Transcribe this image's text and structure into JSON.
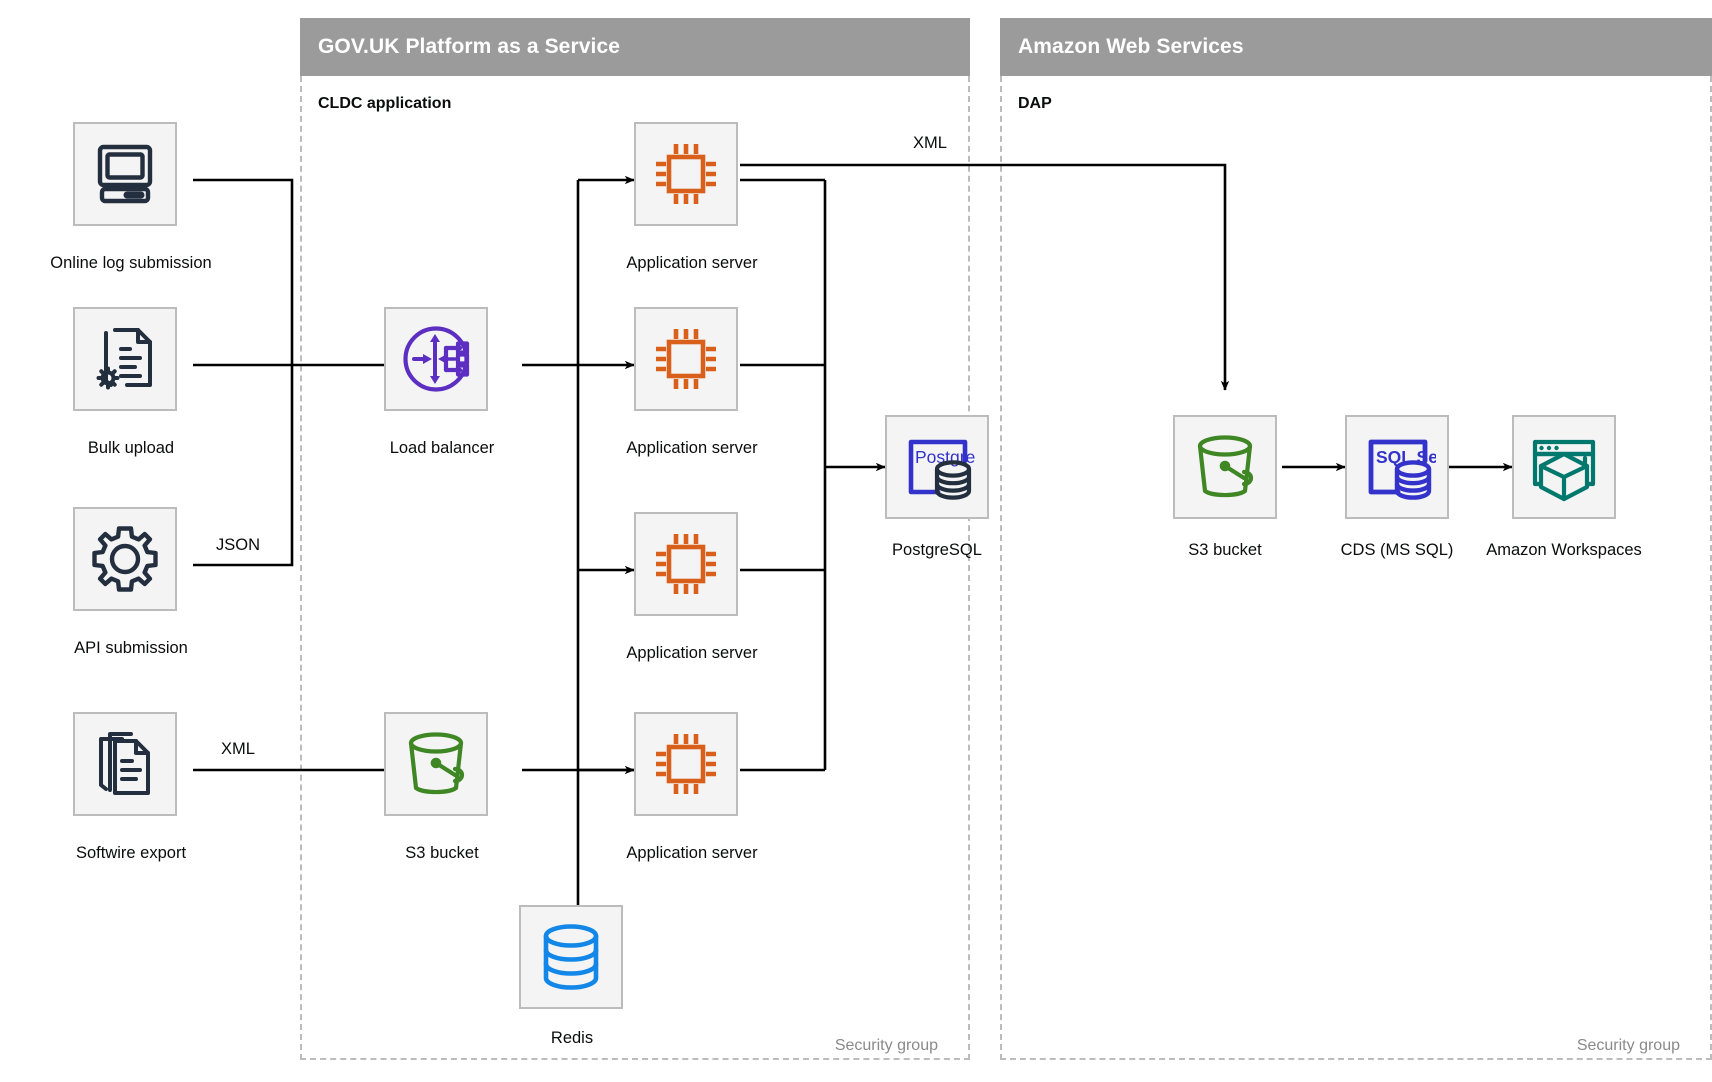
{
  "zones": [
    {
      "id": "paas",
      "title": "GOV.UK Platform as a Service",
      "sublabel": "CLDC application",
      "security_group_label": "Security group"
    },
    {
      "id": "aws",
      "title": "Amazon Web Services",
      "sublabel": "DAP",
      "security_group_label": "Security group"
    }
  ],
  "nodes": [
    {
      "id": "online-log-submission",
      "label": "Online log submission",
      "icon": "desktop-computer-icon",
      "color": "#232f3e"
    },
    {
      "id": "bulk-upload",
      "label": "Bulk upload",
      "icon": "document-gear-icon",
      "color": "#232f3e"
    },
    {
      "id": "api-submission",
      "label": "API submission",
      "icon": "gear-icon",
      "color": "#232f3e"
    },
    {
      "id": "softwire-export",
      "label": "Softwire export",
      "icon": "documents-stack-icon",
      "color": "#232f3e"
    },
    {
      "id": "load-balancer",
      "label": "Load balancer",
      "icon": "load-balancer-icon",
      "color": "#5c2fc2"
    },
    {
      "id": "app-server-1",
      "label": "Application server",
      "icon": "cpu-chip-icon",
      "color": "#d9601a"
    },
    {
      "id": "app-server-2",
      "label": "Application server",
      "icon": "cpu-chip-icon",
      "color": "#d9601a"
    },
    {
      "id": "app-server-3",
      "label": "Application server",
      "icon": "cpu-chip-icon",
      "color": "#d9601a"
    },
    {
      "id": "app-server-4",
      "label": "Application server",
      "icon": "cpu-chip-icon",
      "color": "#d9601a"
    },
    {
      "id": "postgresql",
      "label": "PostgreSQL",
      "icon": "postgresql-icon",
      "color": "#3333cc",
      "badge_text": "PostgreSQL"
    },
    {
      "id": "s3-bucket-paas",
      "label": "S3 bucket",
      "icon": "s3-bucket-icon",
      "color": "#3f8624"
    },
    {
      "id": "redis",
      "label": "Redis",
      "icon": "redis-database-icon",
      "color": "#1287e8"
    },
    {
      "id": "s3-bucket-aws",
      "label": "S3 bucket",
      "icon": "s3-bucket-icon",
      "color": "#3f8624"
    },
    {
      "id": "cds-ms-sql",
      "label": "CDS (MS SQL)",
      "icon": "sql-server-icon",
      "color": "#3333cc",
      "badge_text": "SQL Server"
    },
    {
      "id": "amazon-workspaces",
      "label": "Amazon Workspaces",
      "icon": "amazon-workspaces-icon",
      "color": "#00786e"
    }
  ],
  "edge_labels": [
    {
      "id": "json-label",
      "text": "JSON"
    },
    {
      "id": "xml-label-softwire",
      "text": "XML"
    },
    {
      "id": "xml-label-to-dap",
      "text": "XML"
    }
  ],
  "colors": {
    "banner": "#9b9b9b",
    "node_fill": "#f4f4f4",
    "node_border": "#bcbcbc",
    "dashed_border": "#bcbcbc",
    "wire": "#000000",
    "text": "#0b0c0c",
    "muted_text": "#8a8a8a"
  }
}
